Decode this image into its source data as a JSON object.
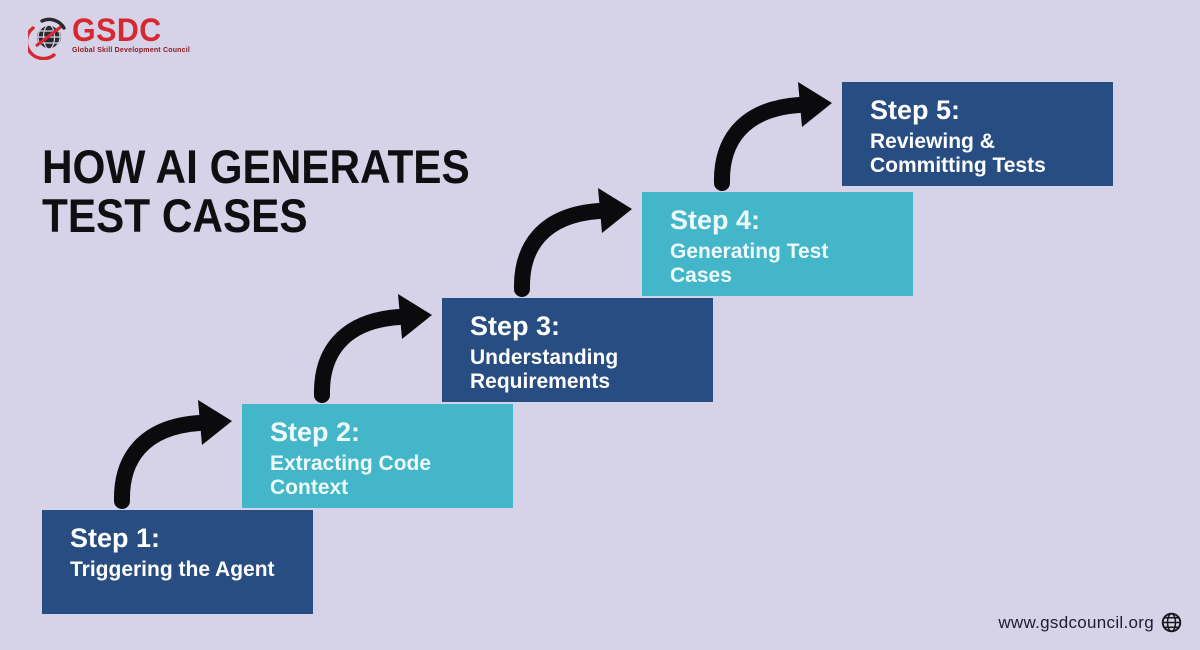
{
  "logo": {
    "name": "GSDC",
    "tagline": "Global Skill Development Council"
  },
  "title": {
    "line1": "HOW AI GENERATES",
    "line2": "TEST CASES"
  },
  "steps": [
    {
      "label": "Step 1:",
      "description": "Triggering the Agent"
    },
    {
      "label": "Step 2:",
      "description": "Extracting Code Context"
    },
    {
      "label": "Step 3:",
      "description": "Understanding Requirements"
    },
    {
      "label": "Step 4:",
      "description": "Generating Test Cases"
    },
    {
      "label": "Step 5:",
      "description": "Reviewing & Committing Tests"
    }
  ],
  "footer": {
    "website": "www.gsdcouncil.org"
  },
  "icons": {
    "arrow": "curved-arrow-icon",
    "logo_globe": "globe-icon",
    "footer_globe": "globe-icon"
  },
  "colors": {
    "background": "#d6d2e7",
    "dark_blue": "#274d82",
    "teal": "#43b7c9",
    "title_text": "#0f0f12",
    "box_text_on_blue": "#ffffff",
    "box_text_on_teal": "#effafb",
    "logo_red": "#d7282f",
    "arrow_black": "#0b0b0d"
  }
}
